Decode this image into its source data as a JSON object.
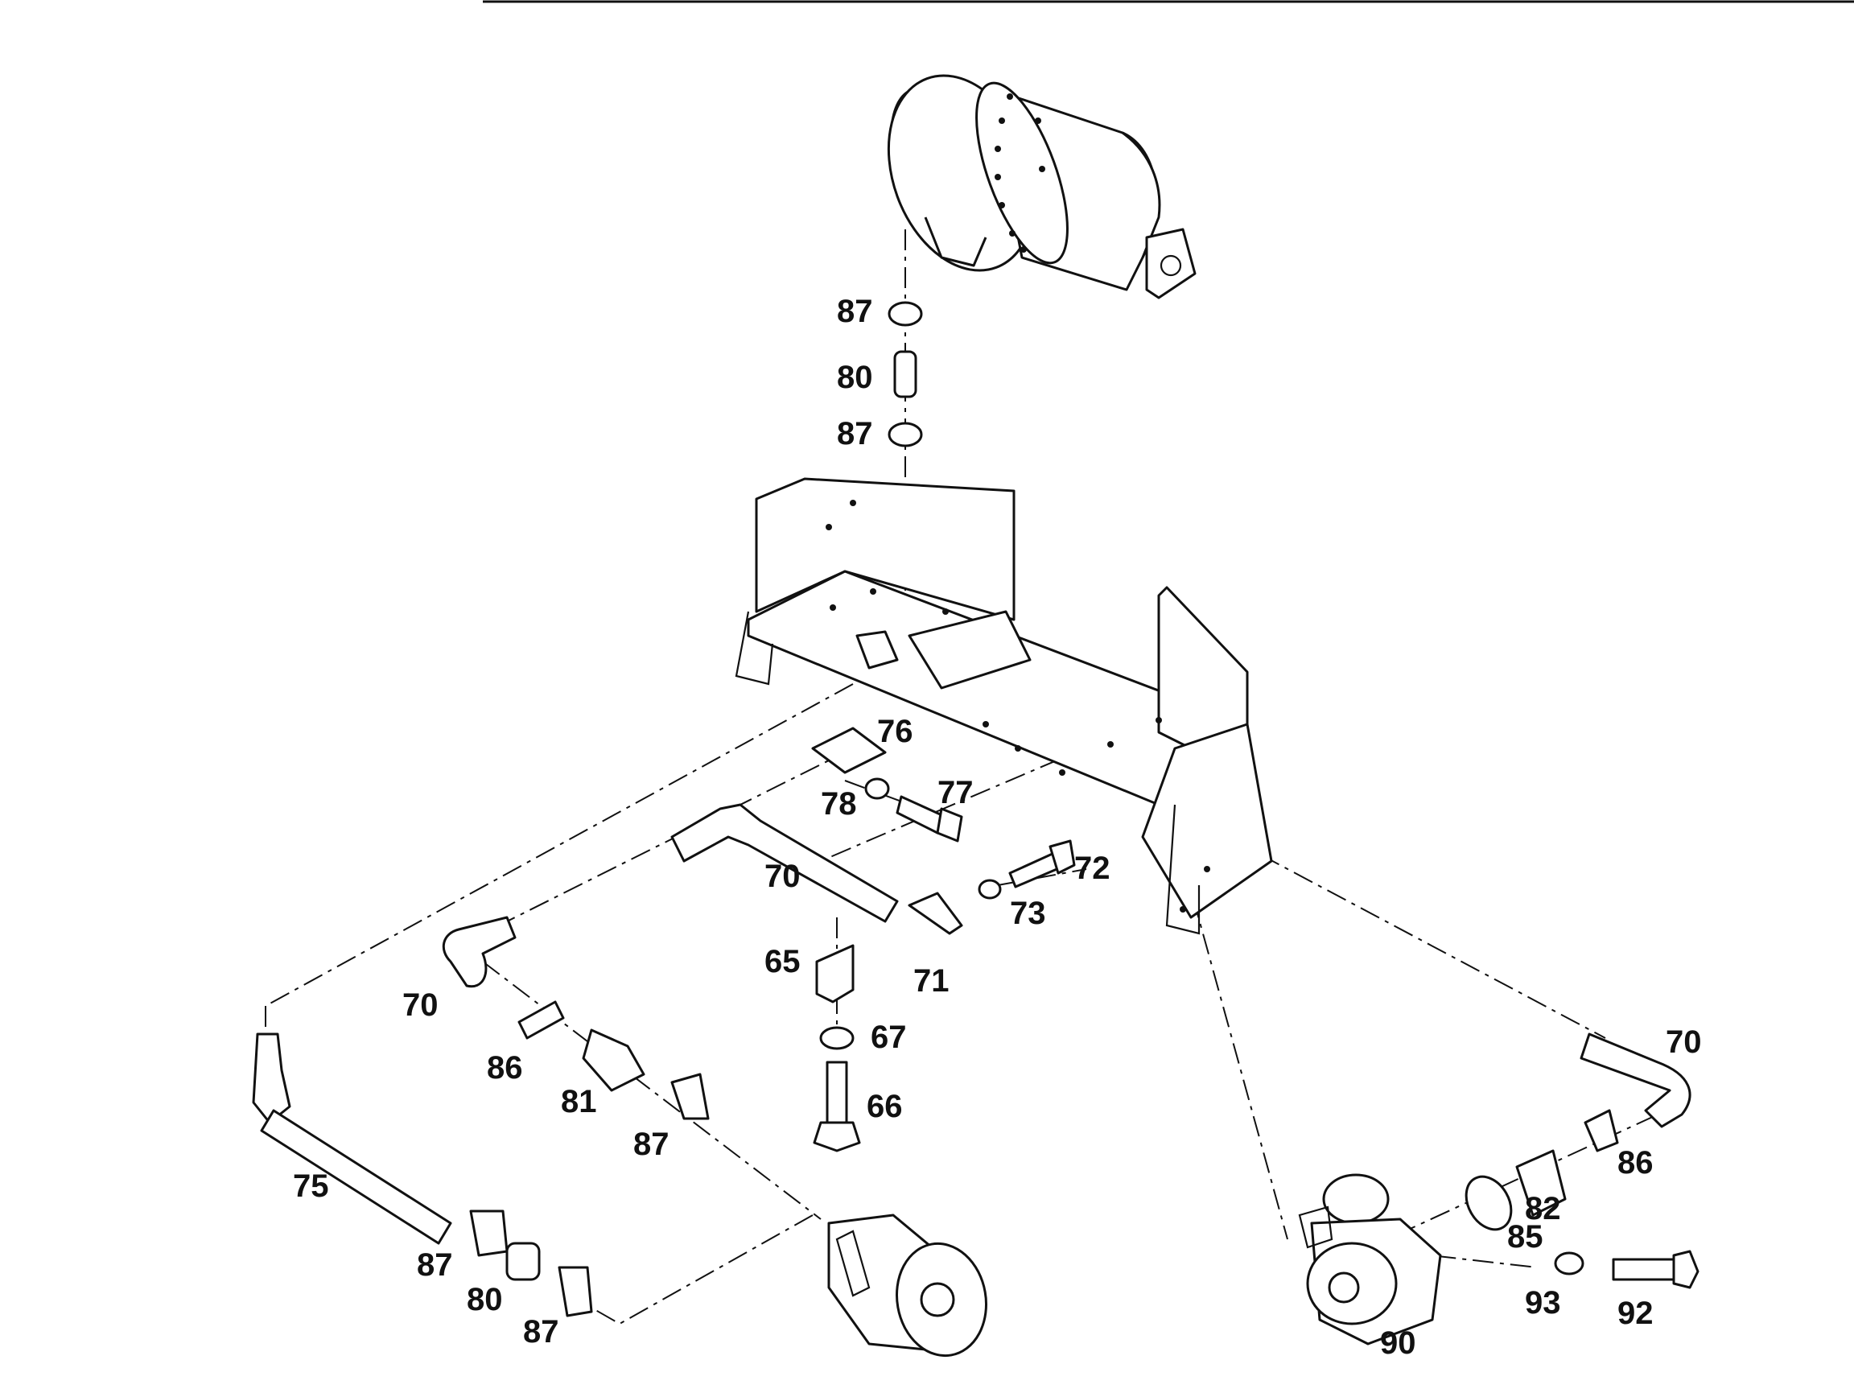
{
  "diagram": {
    "callouts": [
      {
        "id": "87a",
        "text": "87"
      },
      {
        "id": "80a",
        "text": "80"
      },
      {
        "id": "87b",
        "text": "87"
      },
      {
        "id": "76",
        "text": "76"
      },
      {
        "id": "78",
        "text": "78"
      },
      {
        "id": "77",
        "text": "77"
      },
      {
        "id": "70a",
        "text": "70"
      },
      {
        "id": "72",
        "text": "72"
      },
      {
        "id": "73",
        "text": "73"
      },
      {
        "id": "65",
        "text": "65"
      },
      {
        "id": "71",
        "text": "71"
      },
      {
        "id": "70b",
        "text": "70"
      },
      {
        "id": "86a",
        "text": "86"
      },
      {
        "id": "81",
        "text": "81"
      },
      {
        "id": "67",
        "text": "67"
      },
      {
        "id": "66",
        "text": "66"
      },
      {
        "id": "87c",
        "text": "87"
      },
      {
        "id": "75",
        "text": "75"
      },
      {
        "id": "87d",
        "text": "87"
      },
      {
        "id": "80b",
        "text": "80"
      },
      {
        "id": "87e",
        "text": "87"
      },
      {
        "id": "70c",
        "text": "70"
      },
      {
        "id": "86b",
        "text": "86"
      },
      {
        "id": "82",
        "text": "82"
      },
      {
        "id": "85",
        "text": "85"
      },
      {
        "id": "93",
        "text": "93"
      },
      {
        "id": "92",
        "text": "92"
      },
      {
        "id": "90",
        "text": "90"
      }
    ]
  }
}
